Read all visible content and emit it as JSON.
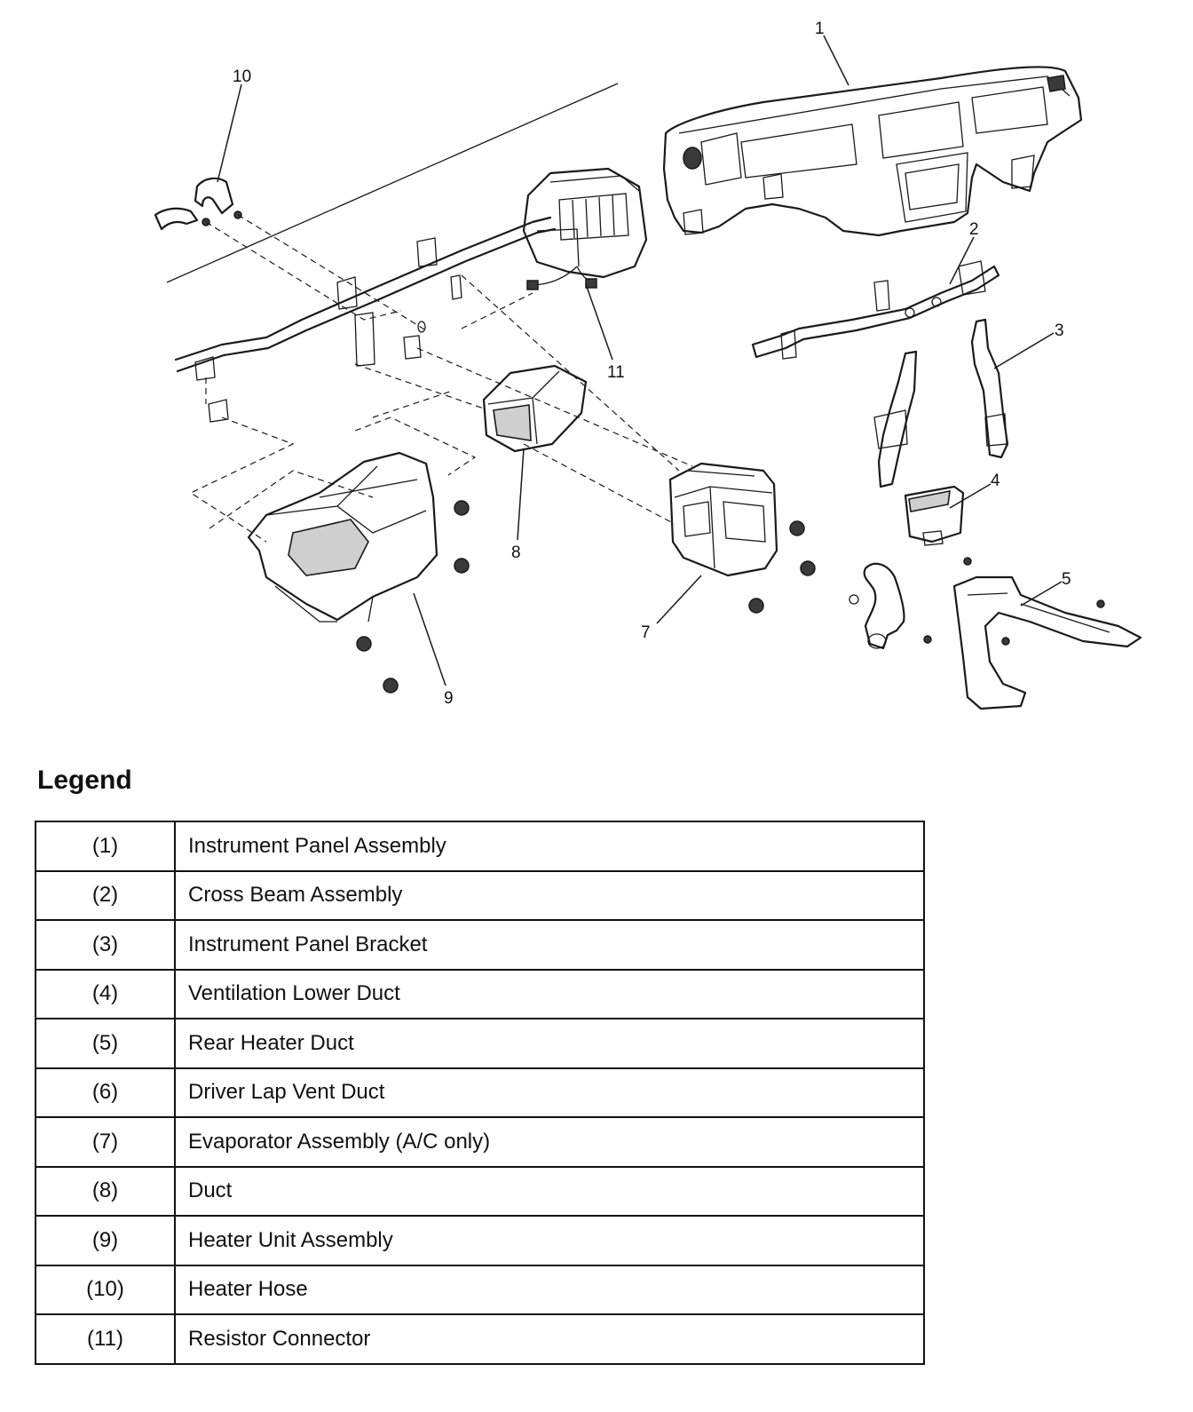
{
  "diagram": {
    "callouts": [
      "1",
      "2",
      "3",
      "4",
      "5",
      "7",
      "8",
      "9",
      "10",
      "11"
    ]
  },
  "legend": {
    "title": "Legend",
    "rows": [
      {
        "num": "(1)",
        "desc": "Instrument Panel Assembly"
      },
      {
        "num": "(2)",
        "desc": "Cross Beam Assembly"
      },
      {
        "num": "(3)",
        "desc": "Instrument Panel Bracket"
      },
      {
        "num": "(4)",
        "desc": "Ventilation Lower Duct"
      },
      {
        "num": "(5)",
        "desc": "Rear Heater Duct"
      },
      {
        "num": "(6)",
        "desc": "Driver Lap Vent Duct"
      },
      {
        "num": "(7)",
        "desc": "Evaporator Assembly (A/C only)"
      },
      {
        "num": "(8)",
        "desc": "Duct"
      },
      {
        "num": "(9)",
        "desc": "Heater Unit Assembly"
      },
      {
        "num": "(10)",
        "desc": "Heater Hose"
      },
      {
        "num": "(11)",
        "desc": "Resistor Connector"
      }
    ]
  }
}
